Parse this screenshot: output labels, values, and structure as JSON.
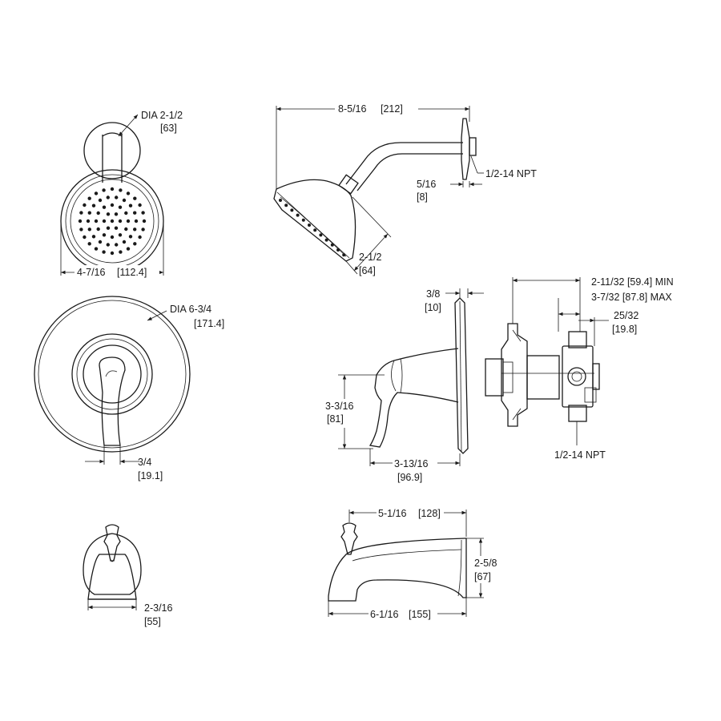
{
  "shower_head_front": {
    "dia_top": "DIA 2-1/2",
    "dia_top_mm": "[63]",
    "width": "4-7/16",
    "width_mm": "[112.4]"
  },
  "shower_side": {
    "length": "8-5/16",
    "length_mm": "[212]",
    "npt": "1/2-14 NPT",
    "offset": "5/16",
    "offset_mm": "[8]",
    "face": "2-1/2",
    "face_mm": "[64]"
  },
  "trim_front": {
    "dia": "DIA 6-3/4",
    "dia_mm": "[171.4]",
    "handle": "3/4",
    "handle_mm": "[19.1]"
  },
  "trim_side": {
    "plate": "3/8",
    "plate_mm": "[10]",
    "height": "3-3/16",
    "height_mm": "[81]",
    "reach": "3-13/16",
    "reach_mm": "[96.9]"
  },
  "valve": {
    "min": "2-11/32 [59.4] MIN",
    "max": "3-7/32 [87.8] MAX",
    "depth": "25/32",
    "depth_mm": "[19.8]",
    "npt": "1/2-14 NPT"
  },
  "spout_front": {
    "width": "2-3/16",
    "width_mm": "[55]"
  },
  "spout_side": {
    "top": "5-1/16",
    "top_mm": "[128]",
    "height": "2-5/8",
    "height_mm": "[67]",
    "length": "6-1/16",
    "length_mm": "[155]"
  }
}
